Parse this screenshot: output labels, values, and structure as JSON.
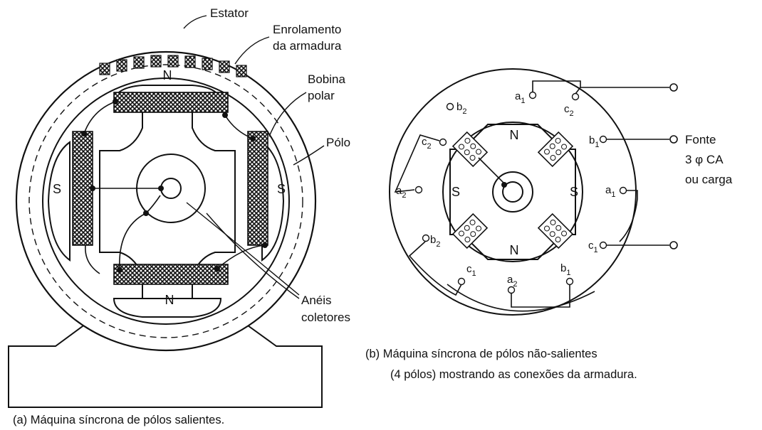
{
  "left": {
    "estator": "Estator",
    "enrolamento_line1": "Enrolamento",
    "enrolamento_line2": "da armadura",
    "bobina_line1": "Bobina",
    "bobina_line2": "polar",
    "polo": "Pólo",
    "aneis_line1": "Anéis",
    "aneis_line2": "coletores",
    "pole_top": "N",
    "pole_bottom": "N",
    "pole_left": "S",
    "pole_right": "S",
    "caption": "(a) Máquina síncrona de pólos salientes."
  },
  "right": {
    "pole_top": "N",
    "pole_bottom": "N",
    "pole_left": "S",
    "pole_right": "S",
    "terminals": {
      "a1": "a",
      "a1_sub": "1",
      "c2": "c",
      "c2_sub": "2",
      "b2p": "b",
      "b2p_sub": "2",
      "c2_left": "c",
      "c2_left_sub": "2",
      "b1": "b",
      "b1_sub": "1",
      "a2p": "a",
      "a2p_sub": "2",
      "a1p": "a",
      "a1p_sub": "1",
      "b2": "b",
      "b2_sub": "2",
      "c1": "c",
      "c1_sub": "1",
      "c1p": "c",
      "c1p_sub": "1",
      "a2": "a",
      "a2_sub": "2",
      "b1p": "b",
      "b1p_sub": "1"
    },
    "fonte_line1": "Fonte",
    "fonte_line2": "3 φ  CA",
    "fonte_line3": "ou carga",
    "caption_line1": "(b) Máquina síncrona de pólos não-salientes",
    "caption_line2": "(4 pólos) mostrando as conexões da armadura."
  }
}
